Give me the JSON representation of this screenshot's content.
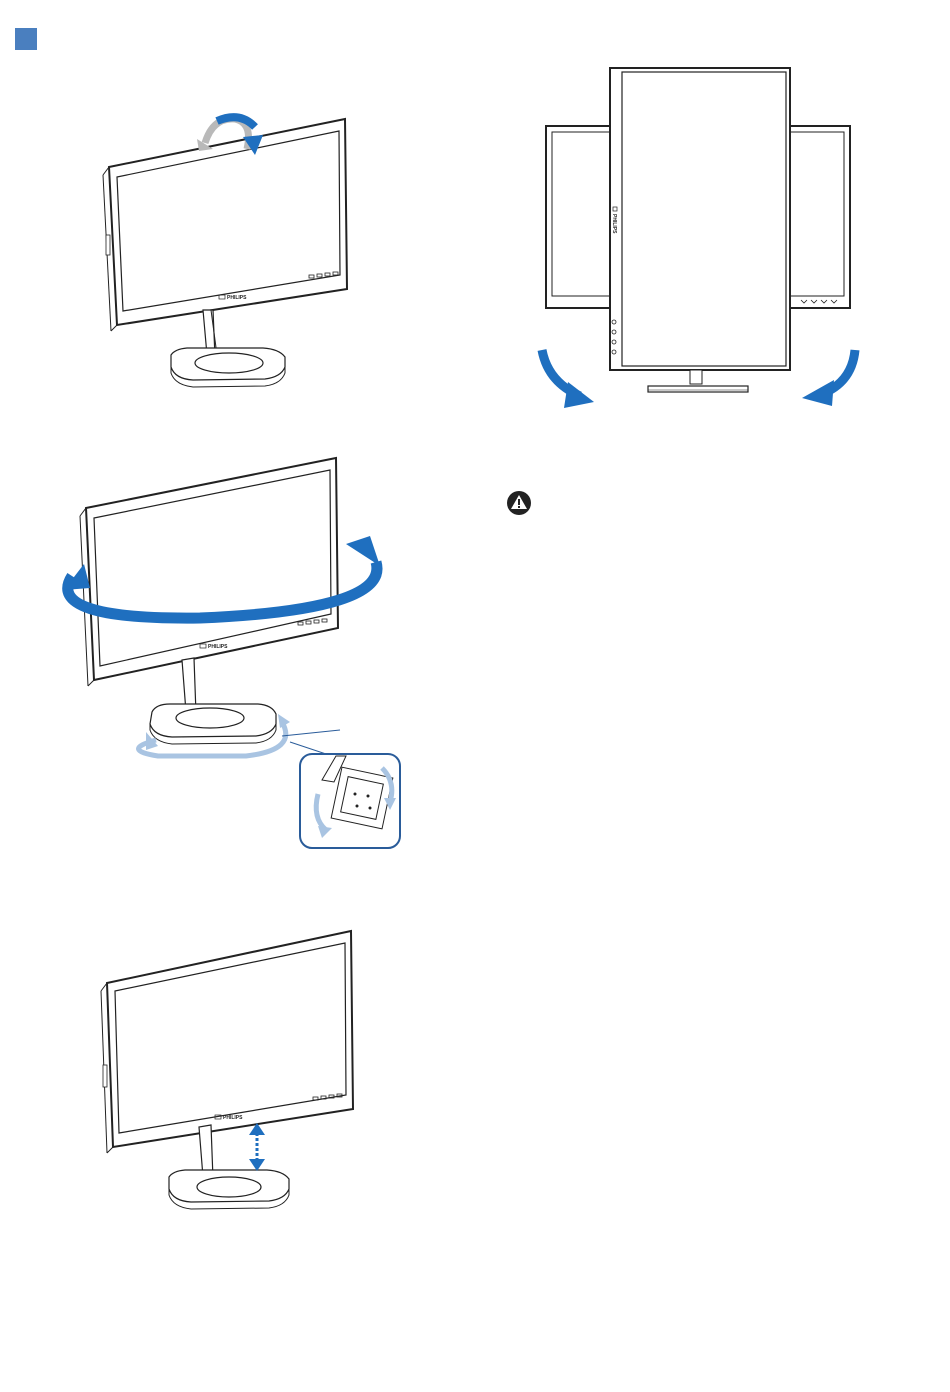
{
  "page": {
    "colors": {
      "accent_square": "#4a7fbf",
      "arrow_blue": "#1f6fbf",
      "arrow_light": "#a9c4e2",
      "panel_border": "#2a5c9a",
      "line": "#222222"
    }
  },
  "figures": {
    "tilt": {
      "brand": "PHILIPS",
      "icon": "curved-tilt-arrow-icon"
    },
    "pivot": {
      "brand": "PHILIPS",
      "icons": [
        "rotate-left-arrow-icon",
        "rotate-right-arrow-icon"
      ]
    },
    "swivel": {
      "brand": "PHILIPS",
      "icons": [
        "swivel-ellipse-arrow-icon",
        "base-rotation-arrow-icon"
      ]
    },
    "height": {
      "brand": "PHILIPS",
      "icon": "height-double-arrow-icon"
    }
  },
  "warning": {
    "icon": "warning-icon"
  }
}
